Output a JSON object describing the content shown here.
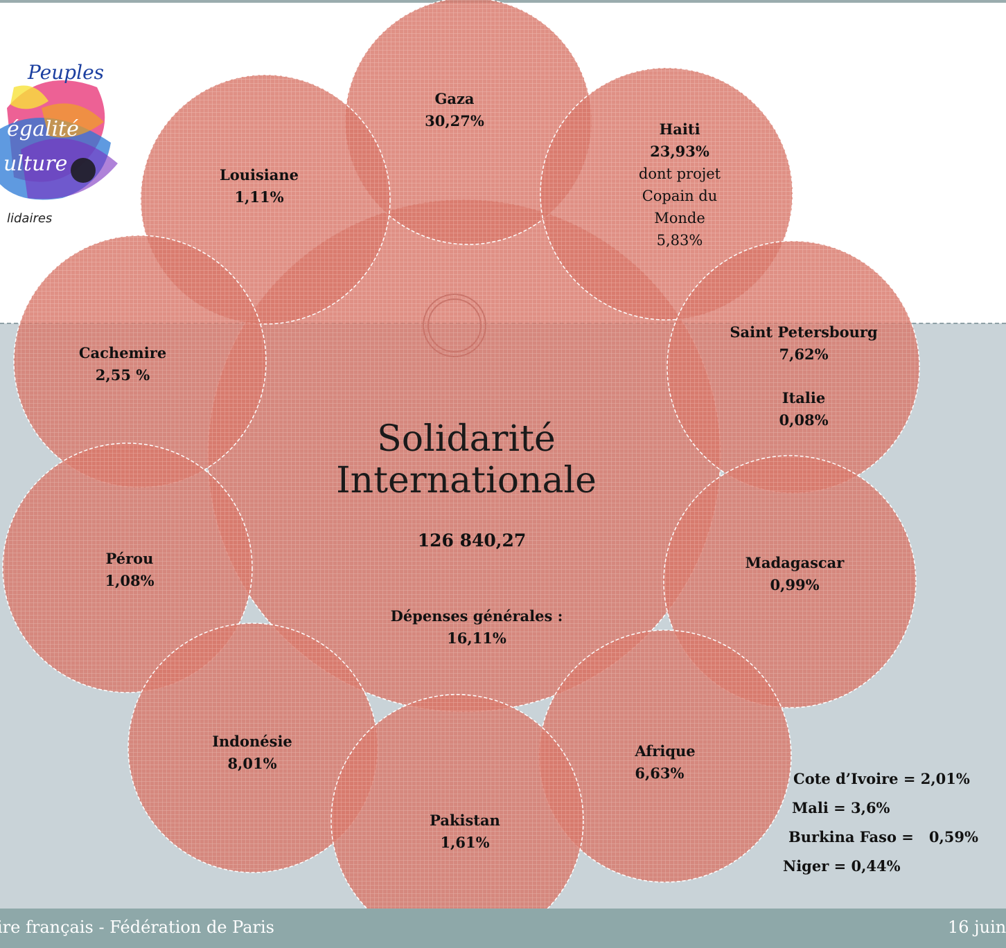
{
  "footer": {
    "left": "ire français - Fédération de Paris",
    "right": "16 juin"
  },
  "logo": {
    "alt": "Peuples en Égalité Culture Solidaires logo",
    "text": "Peuples en égalité culture Solidaires"
  },
  "center": {
    "title_line1": "Solidarité",
    "title_line2": "Internationale",
    "amount": "126 840,27",
    "general_label": "Dépenses générales :",
    "general_value": "16,11%"
  },
  "circles": {
    "gaza": {
      "name": "Gaza",
      "value": "30,27%"
    },
    "haiti": {
      "name": "Haiti",
      "value": "23,93%",
      "note1": "dont projet",
      "note2": "Copain du",
      "note3": "Monde",
      "note_value": "5,83%"
    },
    "louisiane": {
      "name": "Louisiane",
      "value": "1,11%"
    },
    "cachemire": {
      "name": "Cachemire",
      "value": "2,55 %"
    },
    "saint_petersbourg": {
      "name": "Saint Petersbourg",
      "value": "7,62%",
      "name2": "Italie",
      "value2": "0,08%"
    },
    "perou": {
      "name": "Pérou",
      "value": "1,08%"
    },
    "madagascar": {
      "name": "Madagascar",
      "value": "0,99%"
    },
    "indonesie": {
      "name": "Indonésie",
      "value": "8,01%"
    },
    "pakistan": {
      "name": "Pakistan",
      "value": "1,61%"
    },
    "afrique": {
      "name": "Afrique",
      "value": "6,63%"
    }
  },
  "afrique_breakdown": [
    "Cote d’Ivoire = 2,01%",
    "Mali = 3,6%",
    "Burkina Faso =   0,59%",
    "Niger = 0,44%"
  ],
  "colors": {
    "circle_fill": "#d8786a",
    "band": "#c9d3d8",
    "footer": "#8ea8a9"
  }
}
